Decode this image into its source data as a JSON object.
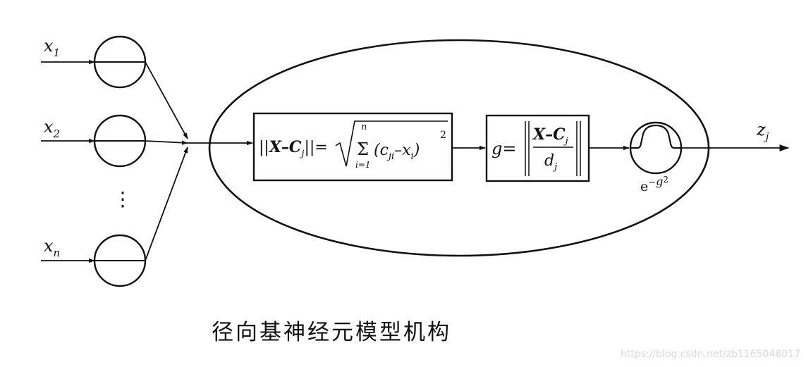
{
  "inputs": [
    {
      "base": "x",
      "sub": "1"
    },
    {
      "base": "x",
      "sub": "2"
    },
    {
      "base": "x",
      "sub": "n"
    }
  ],
  "ellipsis": "⋮",
  "box1": {
    "lhs_bars": "||",
    "lhs_expr": "X–C",
    "lhs_sub": "j",
    "lhs_bars_close": "||",
    "equals": "=",
    "sum_symbol": "Σ",
    "sum_upper": "n",
    "sum_lower": "i=1",
    "term_open": "(c",
    "term_sub1": "ji",
    "term_mid": "–x",
    "term_sub2": "i",
    "term_close": ")",
    "term_power": "2"
  },
  "box2": {
    "lhs": "g",
    "equals": "=",
    "numerator": "X–C",
    "numerator_sub": "j",
    "denominator": "d",
    "denominator_sub": "j"
  },
  "activation": {
    "base": "e",
    "exponent_sign": "−",
    "exponent_var": "g",
    "exponent_power": "2"
  },
  "output": {
    "base": "z",
    "sub": "j"
  },
  "caption": "径向基神经元模型机构",
  "watermark": "https://blog.csdn.net/zb1165048017"
}
